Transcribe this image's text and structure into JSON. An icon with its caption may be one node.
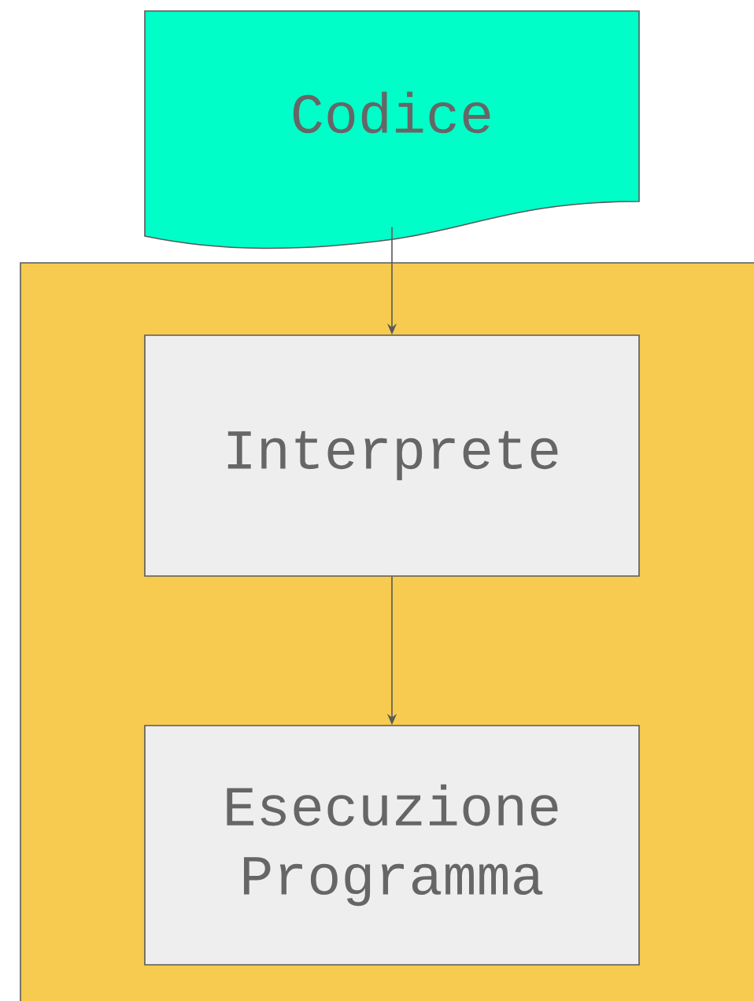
{
  "diagram": {
    "nodes": [
      {
        "text": [
          "Codice"
        ]
      },
      {
        "text": [],
        "shape": "box"
      },
      {
        "text": [
          "Interprete"
        ],
        "in": 1
      },
      {
        "text": [
          "Esecuzione Programma"
        ],
        "in": 1
      }
    ],
    "edges": [
      {
        "from": 0,
        "to": 2,
        "arrow": "to"
      },
      {
        "from": 2,
        "to": 3,
        "arrow": "to"
      }
    ]
  }
}
